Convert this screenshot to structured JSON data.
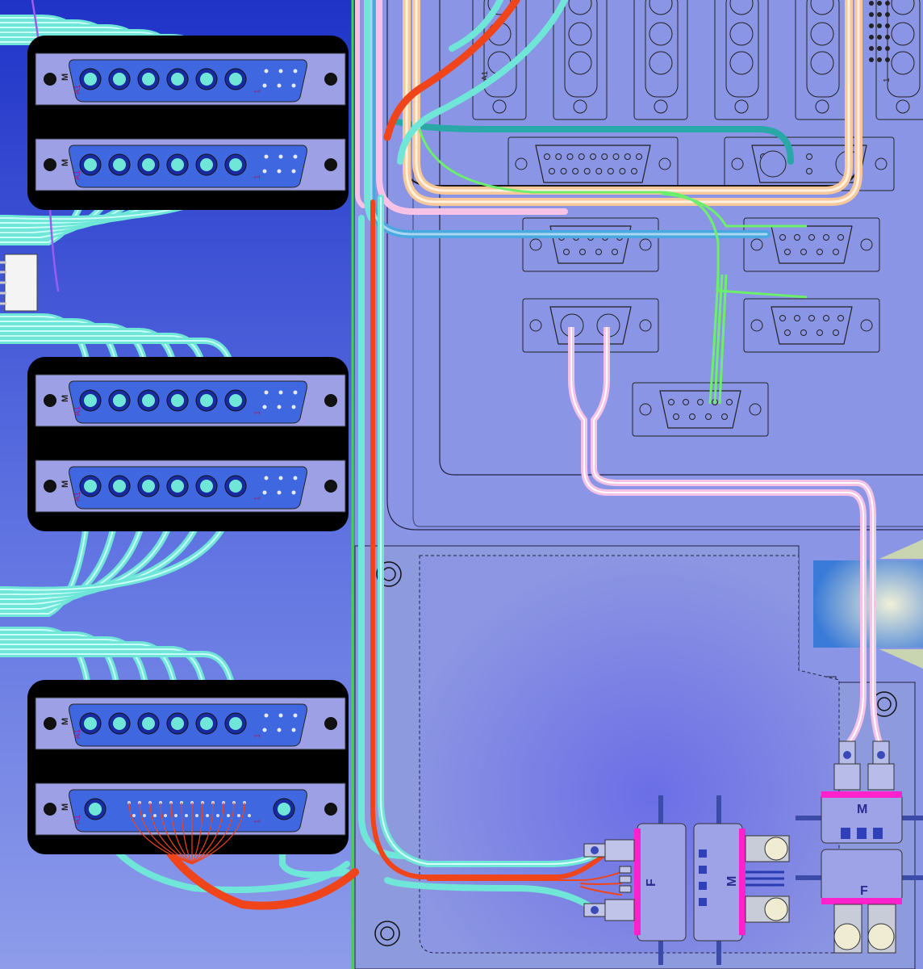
{
  "colors": {
    "bg_left_top": "#2f3fcf",
    "bg_left_bottom": "#7f8fe6",
    "bg_right": "#8a96e8",
    "panel_outline": "#222244",
    "connector_shell": "#9a9ee8",
    "connector_face": "#3f68e0",
    "dark_block": "#000000",
    "cable_cyan": "#6fe6d8",
    "cable_green": "#6cf06c",
    "cable_red": "#f0441a",
    "cable_pink": "#f6c2e6",
    "cable_orange": "#f6c89a",
    "cable_blue": "#4aa8e0",
    "cable_teal": "#2aa7a7",
    "cable_purple": "#9b5cf0",
    "magenta": "#ff22cc",
    "base_plate": "#9aa6e8",
    "base_plate_dark": "#7c8ee0"
  },
  "left_connectors": [
    {
      "gender": "M",
      "pin_a": "A1",
      "pin_1": "1"
    },
    {
      "gender": "M",
      "pin_a": "A1",
      "pin_1": "1"
    },
    {
      "gender": "M",
      "pin_a": "A1",
      "pin_1": "1"
    },
    {
      "gender": "M",
      "pin_a": "A1",
      "pin_1": "1"
    },
    {
      "gender": "M",
      "pin_a": "A1",
      "pin_1": "1"
    },
    {
      "gender": "M",
      "pin_a": "A1",
      "pin_1": "1"
    }
  ],
  "top_strip_labels": {
    "a1": "A1",
    "one": "1"
  },
  "bottom_assembly": {
    "female_label": "F",
    "male_label": "M"
  },
  "right_assembly": {
    "male_label": "M",
    "female_label": "F"
  }
}
